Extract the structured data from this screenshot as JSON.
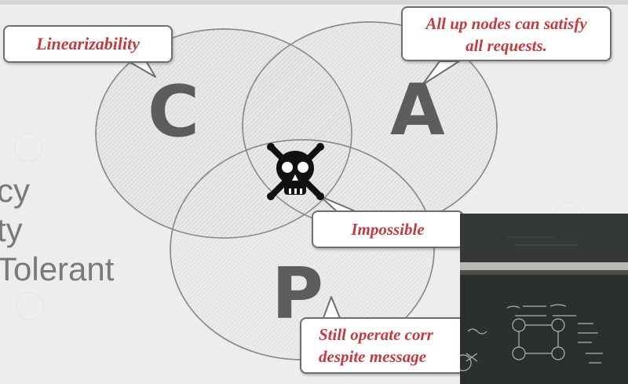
{
  "venn": {
    "sets": [
      {
        "letter": "C",
        "label": "Linearizability"
      },
      {
        "letter": "A",
        "label": "All up nodes can satisfy all requests."
      },
      {
        "letter": "P",
        "label": "Still operate corr despite message"
      }
    ],
    "intersection_label": "Impossible",
    "intersection_icon": "skull-crossbones-icon"
  },
  "callouts": {
    "c": "Linearizability",
    "a_line1": "All up nodes can satisfy",
    "a_line2": "all requests.",
    "impossible": "Impossible",
    "p_line1": "Still operate corr",
    "p_line2": "despite message"
  },
  "left_text": {
    "line1": "cy",
    "line2": "ty",
    "line3": "Tolerant"
  },
  "colors": {
    "background": "#ededed",
    "callout_text": "#c8393d",
    "letter": "#5d5d5d"
  },
  "camera_overlay": {
    "description_icon": "chalkboard-video-icon"
  }
}
